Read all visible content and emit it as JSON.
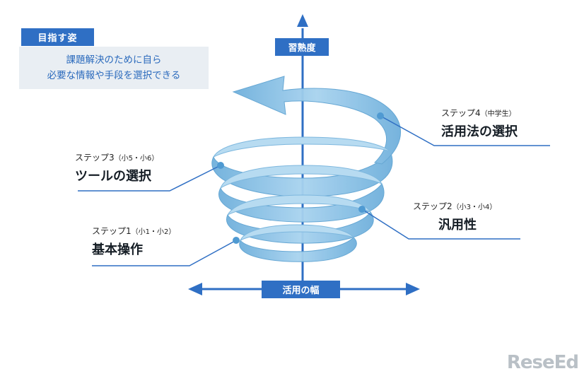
{
  "goal": {
    "badge": "目指す姿",
    "line1": "課題解決のために自ら",
    "line2": "必要な情報や手段を選択できる"
  },
  "axes": {
    "vertical_label": "習熟度",
    "horizontal_label": "活用の幅"
  },
  "steps": [
    {
      "step": "ステップ1",
      "grade": "（小1・小2）",
      "title": "基本操作"
    },
    {
      "step": "ステップ2",
      "grade": "（小3・小4）",
      "title": "汎用性"
    },
    {
      "step": "ステップ3",
      "grade": "（小5・小6）",
      "title": "ツールの選択"
    },
    {
      "step": "ステップ4",
      "grade": "（中学生）",
      "title": "活用法の選択"
    }
  ],
  "colors": {
    "accent": "#2f6fc4",
    "spiral": "#8ec3e6",
    "spiral_dark": "#5ea3d2",
    "goal_bg": "#e9eef3"
  },
  "logo": "ReseEd"
}
